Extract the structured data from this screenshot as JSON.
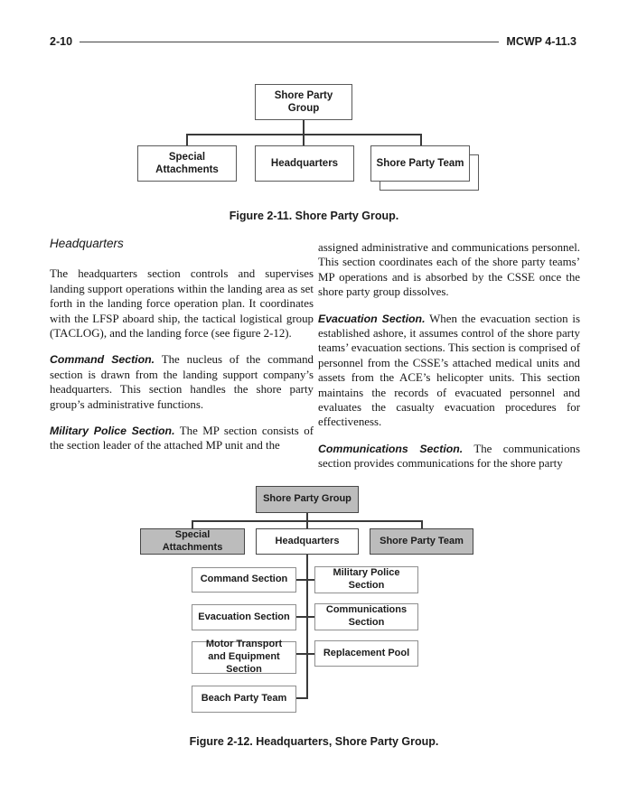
{
  "header": {
    "page_number": "2-10",
    "doc_ref": "MCWP 4-11.3"
  },
  "figure1": {
    "root": "Shore Party Group",
    "children": [
      "Special Attachments",
      "Headquarters",
      "Shore Party Team"
    ],
    "caption": "Figure 2-11. Shore Party Group."
  },
  "content": {
    "left": {
      "heading": "Headquarters",
      "para1": "The headquarters section controls and supervises landing support operations within the landing area as set forth in the landing force operation plan. It coordinates with the LFSP aboard ship, the tactical logistical group (TACLOG), and the landing force (see figure 2-12).",
      "para2_lead": "Command Section.",
      "para2_body": " The nucleus of the command section is drawn from the landing support company’s headquarters. This section handles the shore party group’s administrative functions.",
      "para3_lead": "Military Police Section.",
      "para3_body": " The MP section consists of the section leader of the attached MP unit and the"
    },
    "right": {
      "para1": "assigned administrative and communications personnel. This section coordinates each of the shore party teams’ MP operations and is absorbed by the CSSE once the shore party group dissolves.",
      "para2_lead": "Evacuation Section.",
      "para2_body": " When the evacuation section is established ashore, it assumes control of the shore party teams’ evacuation sections. This section is comprised of personnel from the CSSE’s attached medical units and assets from the ACE’s helicopter units. This section maintains the records of evacuated personnel and evaluates the casualty evacuation procedures for effectiveness.",
      "para3_lead": "Communications Section.",
      "para3_body": " The communications section provides communications for the shore party"
    }
  },
  "figure2": {
    "root": "Shore Party Group",
    "row": [
      "Special Attachments",
      "Headquarters",
      "Shore Party Team"
    ],
    "left_column": [
      "Command Section",
      "Evacuation Section",
      "Motor Transport and Equipment Section",
      "Beach Party Team"
    ],
    "right_column": [
      "Military Police Section",
      "Communications Section",
      "Replacement Pool"
    ],
    "shaded_color": "#bcbcbc",
    "caption": "Figure 2-12. Headquarters, Shore Party Group."
  }
}
